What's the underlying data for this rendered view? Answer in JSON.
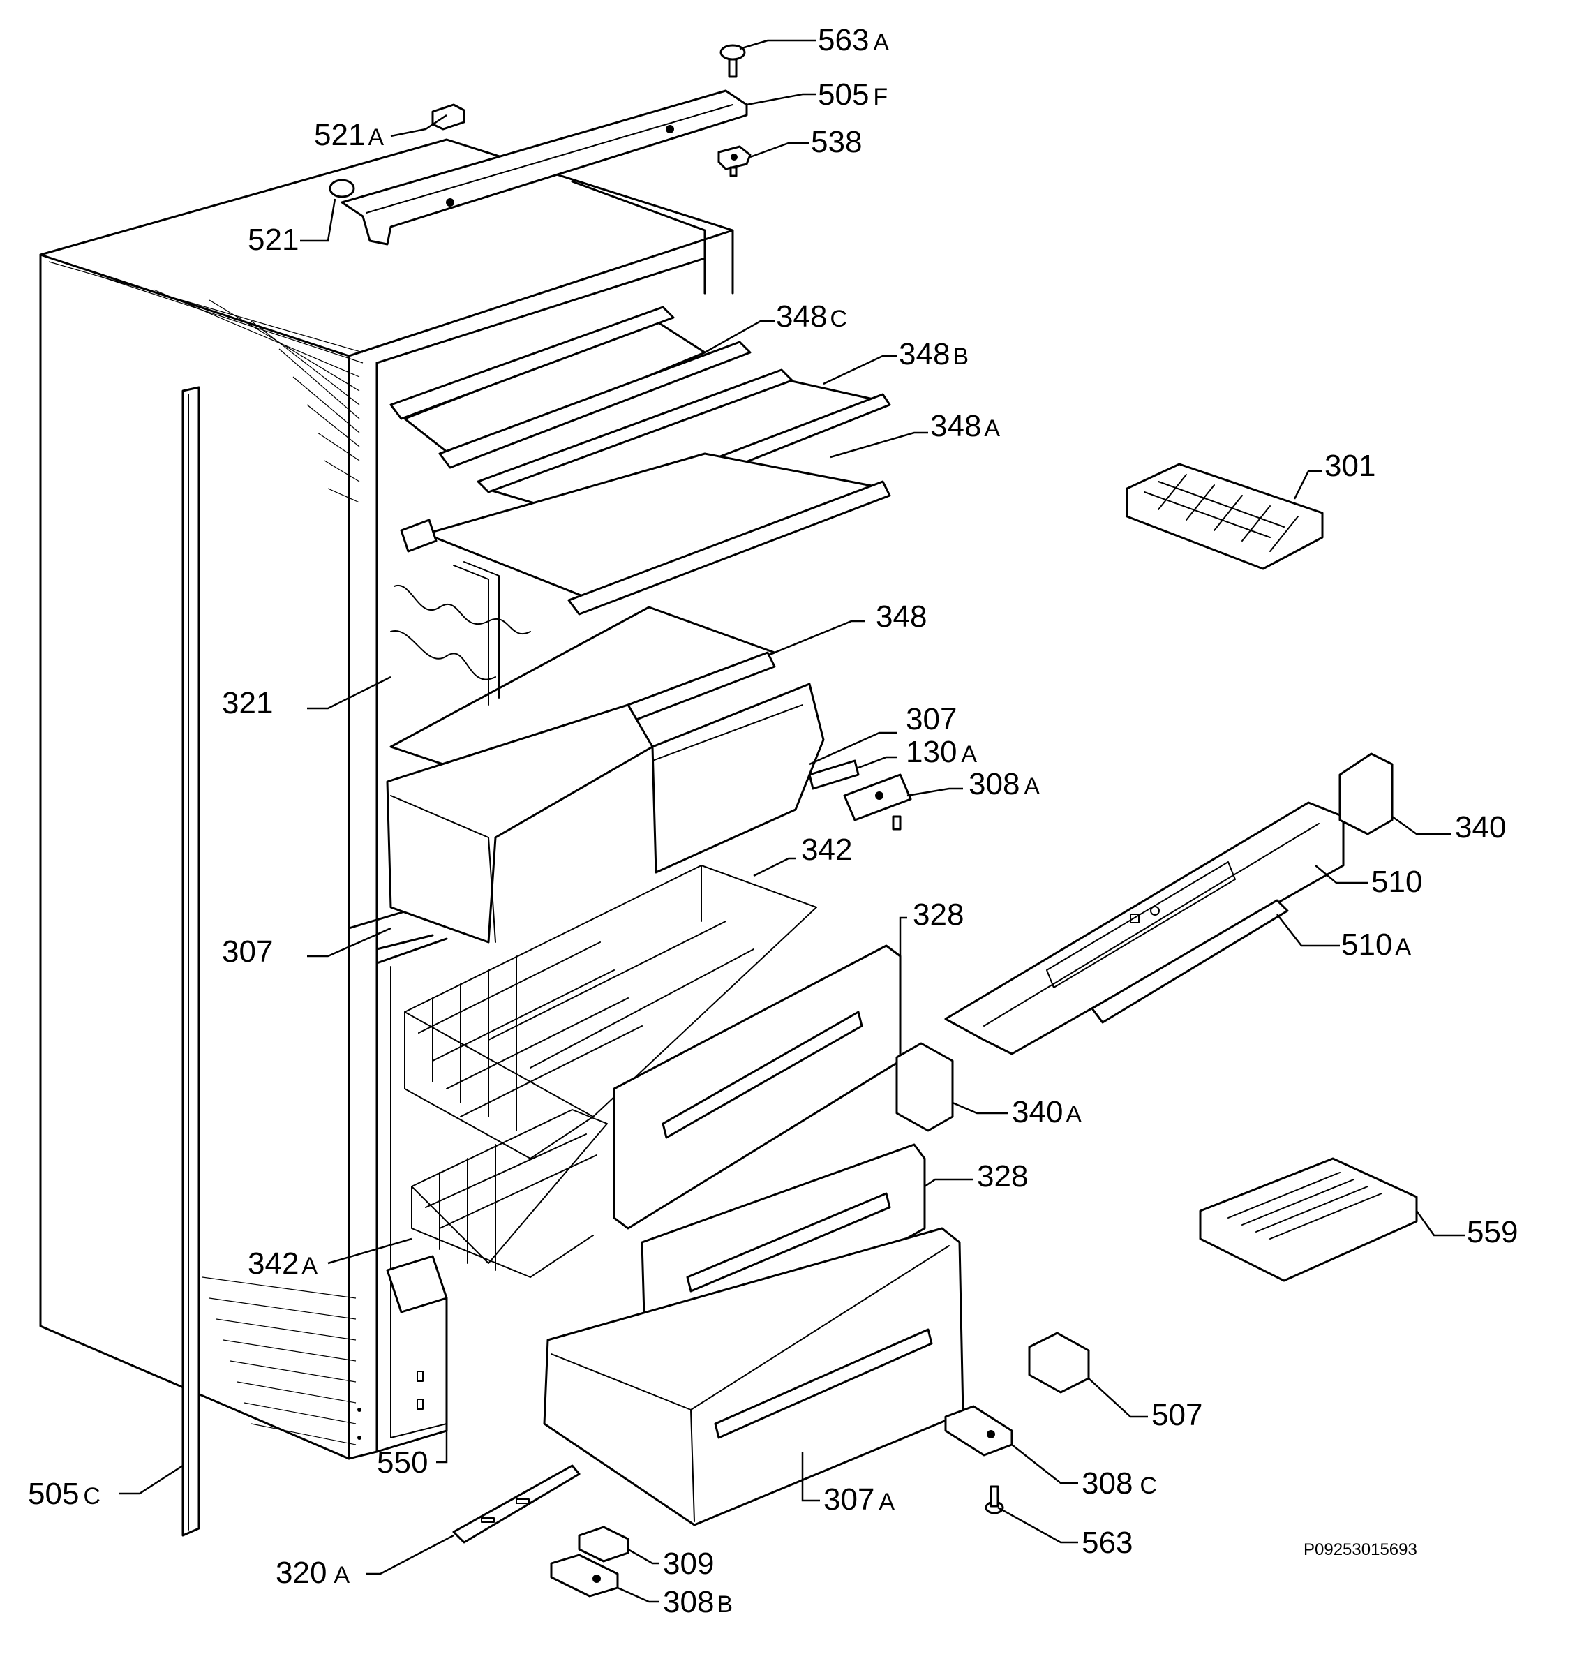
{
  "diagram": {
    "drawing_code": "P09253015693",
    "callouts": [
      {
        "id": "c-563a",
        "num": "563",
        "suffix": "A"
      },
      {
        "id": "c-505f",
        "num": "505",
        "suffix": "F"
      },
      {
        "id": "c-521a",
        "num": "521",
        "suffix": "A"
      },
      {
        "id": "c-538",
        "num": "538",
        "suffix": ""
      },
      {
        "id": "c-521",
        "num": "521",
        "suffix": ""
      },
      {
        "id": "c-348c",
        "num": "348",
        "suffix": "C"
      },
      {
        "id": "c-348b",
        "num": "348",
        "suffix": "B"
      },
      {
        "id": "c-348a",
        "num": "348",
        "suffix": "A"
      },
      {
        "id": "c-301",
        "num": "301",
        "suffix": ""
      },
      {
        "id": "c-348",
        "num": "348",
        "suffix": ""
      },
      {
        "id": "c-321",
        "num": "321",
        "suffix": ""
      },
      {
        "id": "c-307-top",
        "num": "307",
        "suffix": ""
      },
      {
        "id": "c-130a",
        "num": "130",
        "suffix": "A"
      },
      {
        "id": "c-308a",
        "num": "308",
        "suffix": "A"
      },
      {
        "id": "c-340",
        "num": "340",
        "suffix": ""
      },
      {
        "id": "c-342",
        "num": "342",
        "suffix": ""
      },
      {
        "id": "c-510",
        "num": "510",
        "suffix": ""
      },
      {
        "id": "c-307-left",
        "num": "307",
        "suffix": ""
      },
      {
        "id": "c-328-top",
        "num": "328",
        "suffix": ""
      },
      {
        "id": "c-510a",
        "num": "510",
        "suffix": "A"
      },
      {
        "id": "c-340a",
        "num": "340",
        "suffix": "A"
      },
      {
        "id": "c-328-mid",
        "num": "328",
        "suffix": ""
      },
      {
        "id": "c-559",
        "num": "559",
        "suffix": ""
      },
      {
        "id": "c-342a",
        "num": "342",
        "suffix": "A"
      },
      {
        "id": "c-507",
        "num": "507",
        "suffix": ""
      },
      {
        "id": "c-550",
        "num": "550",
        "suffix": ""
      },
      {
        "id": "c-505c",
        "num": "505",
        "suffix": "C"
      },
      {
        "id": "c-308c",
        "num": "308",
        "suffix": "C"
      },
      {
        "id": "c-307a",
        "num": "307",
        "suffix": "A"
      },
      {
        "id": "c-563",
        "num": "563",
        "suffix": ""
      },
      {
        "id": "c-320a",
        "num": "320",
        "suffix": "A"
      },
      {
        "id": "c-309",
        "num": "309",
        "suffix": ""
      },
      {
        "id": "c-308b",
        "num": "308",
        "suffix": "B"
      }
    ]
  }
}
